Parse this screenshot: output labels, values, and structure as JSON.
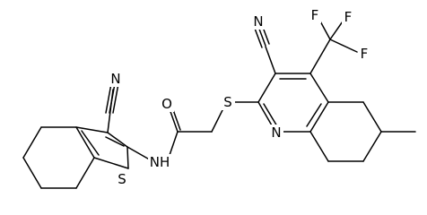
{
  "structure": {
    "atoms": {
      "n_nitrile_left": "N",
      "n_nitrile_top": "N",
      "o_carbonyl": "O",
      "s_thioether": "S",
      "s_thiophene": "S",
      "nh_amide": "NH",
      "n_pyridine": "N",
      "f_top_left": "F",
      "f_top_right": "F",
      "f_right": "F"
    }
  }
}
